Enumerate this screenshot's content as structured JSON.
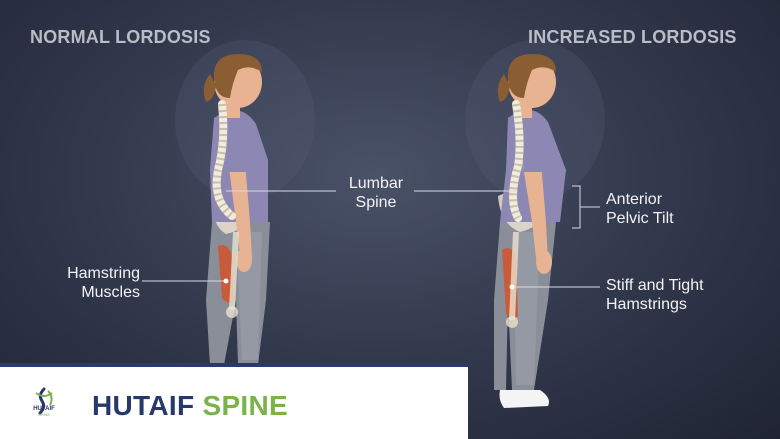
{
  "headings": {
    "left": "NORMAL LORDOSIS",
    "right": "INCREASED LORDOSIS"
  },
  "labels": {
    "lumbar": [
      "Lumbar",
      "Spine"
    ],
    "hamstring_muscles": [
      "Hamstring",
      "Muscles"
    ],
    "anterior_tilt": [
      "Anterior",
      "Pelvic Tilt"
    ],
    "stiff_hamstrings": [
      "Stiff and Tight",
      "Hamstrings"
    ]
  },
  "brand": {
    "name_part1": "HUTAIF",
    "name_part2": "SPINE",
    "logo_text": "HUTAIF",
    "logo_sub": "SPINE"
  },
  "colors": {
    "background": "#343b4f",
    "heading": "#b9bdc6",
    "label": "#f3f3f3",
    "shirt": "#8d87b3",
    "pants": "#8a8e98",
    "skin": "#e7b392",
    "hair": "#8a5d33",
    "muscle": "#c85b3a",
    "brand_navy": "#27386a",
    "brand_green": "#79b34a"
  }
}
